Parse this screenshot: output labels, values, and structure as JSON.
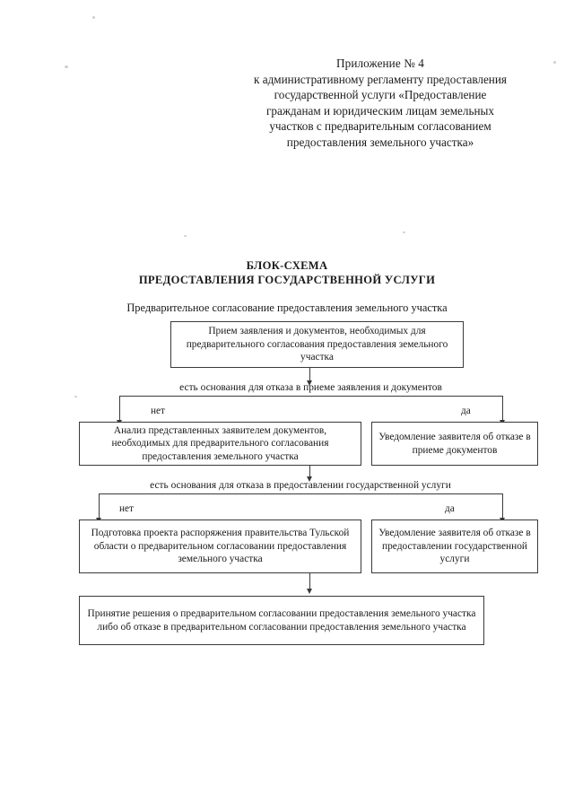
{
  "document": {
    "header": {
      "lines": [
        "Приложение № 4",
        "к административному регламенту предоставления",
        "государственной услуги «Предоставление",
        "гражданам и юридическим лицам земельных",
        "участков с предварительным согласованием",
        "предоставления земельного участка»"
      ]
    },
    "title": {
      "line1": "БЛОК-СХЕМА",
      "line2": "ПРЕДОСТАВЛЕНИЯ ГОСУДАРСТВЕННОЙ УСЛУГИ",
      "subtitle": "Предварительное согласование предоставления земельного участка"
    },
    "flowchart": {
      "start_box": "Прием заявления и документов, необходимых для предварительного согласования предоставления земельного участка",
      "decision1": {
        "label": "есть основания для отказа в приеме заявления и документов",
        "no_label": "нет",
        "yes_label": "да"
      },
      "box_analysis": "Анализ представленных заявителем документов, необходимых для предварительного согласования предоставления земельного участка",
      "box_refuse_accept": "Уведомление заявителя об отказе в приеме документов",
      "decision2": {
        "label": "есть основания для отказа в предоставлении государственной услуги",
        "no_label": "нет",
        "yes_label": "да"
      },
      "box_draft_order": "Подготовка проекта распоряжения правительства Тульской области о предварительном согласовании предоставления земельного участка",
      "box_refuse_service": "Уведомление заявителя  об отказе в предоставлении государственной услуги",
      "box_decision_final": "Принятие решения о предварительном согласовании предоставления земельного участка либо об отказе в предварительном согласовании предоставления земельного участка"
    },
    "colors": {
      "paper": "#ffffff",
      "ink": "#1a1a1a",
      "line": "#3a3a3a"
    }
  }
}
